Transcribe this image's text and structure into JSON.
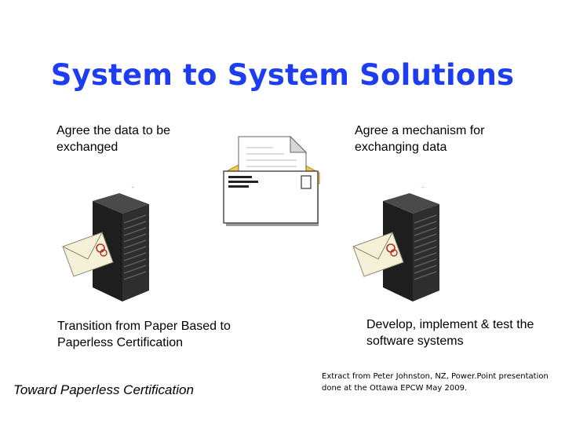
{
  "slide": {
    "title": "System to System Solutions",
    "top_left_text": "Agree the data to be exchanged",
    "top_right_text": "Agree a mechanism for exchanging data",
    "bottom_left_text": "Transition from Paper Based to Paperless Certification",
    "bottom_right_text": "Develop, implement & test the software systems",
    "footer_left": "Toward Paperless Certification",
    "footer_right": "Extract from Peter Johnston, NZ,  Power.Point presentation done at the Ottawa EPCW May 2009."
  },
  "icons": {
    "envelope": "envelope-icon",
    "server_left": "server-icon",
    "server_right": "server-icon",
    "letter_left": "letter-icon",
    "letter_right": "letter-icon"
  }
}
